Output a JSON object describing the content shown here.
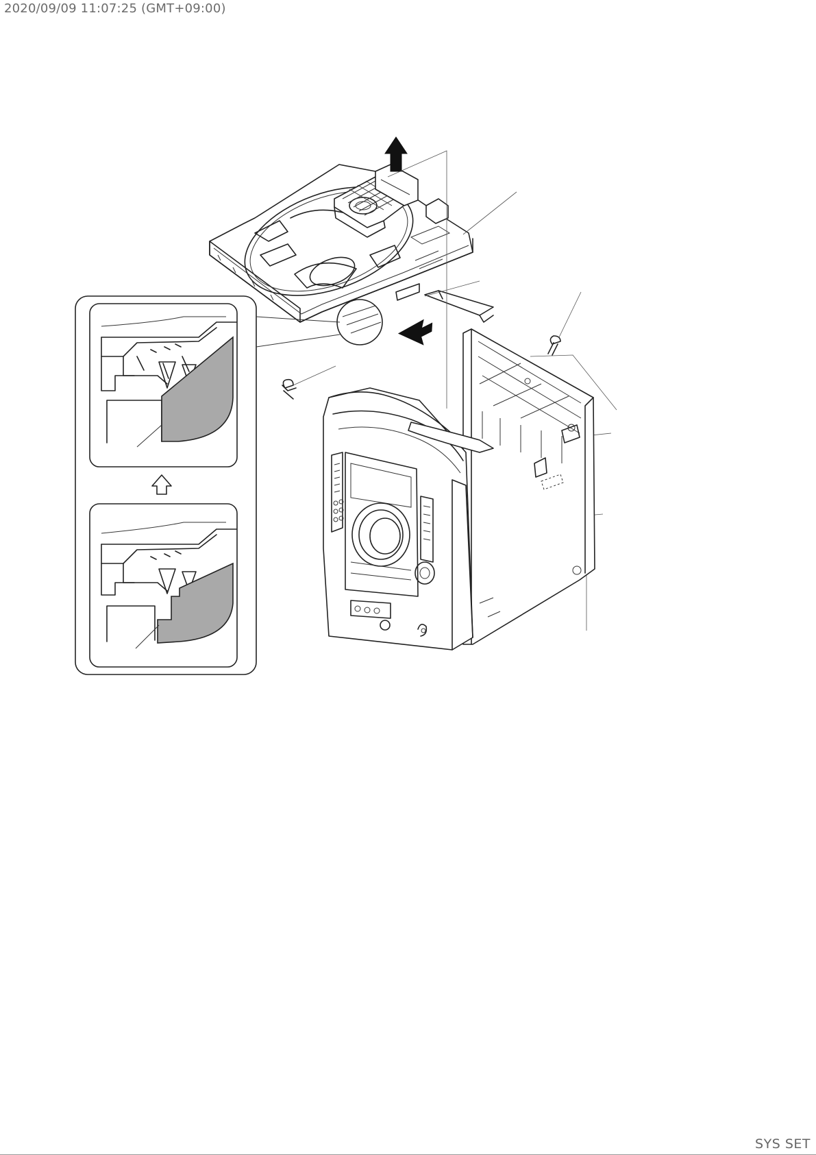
{
  "header": {
    "timestamp": "2020/09/09 11:07:25 (GMT+09:00)"
  },
  "footer": {
    "label": "SYS SET"
  },
  "figure": {
    "subject": "exploded-view disassembly drawing",
    "icons": [
      "arrow-up-icon",
      "arrow-out-icon",
      "hollow-arrow-up-icon",
      "screw-icon"
    ]
  }
}
